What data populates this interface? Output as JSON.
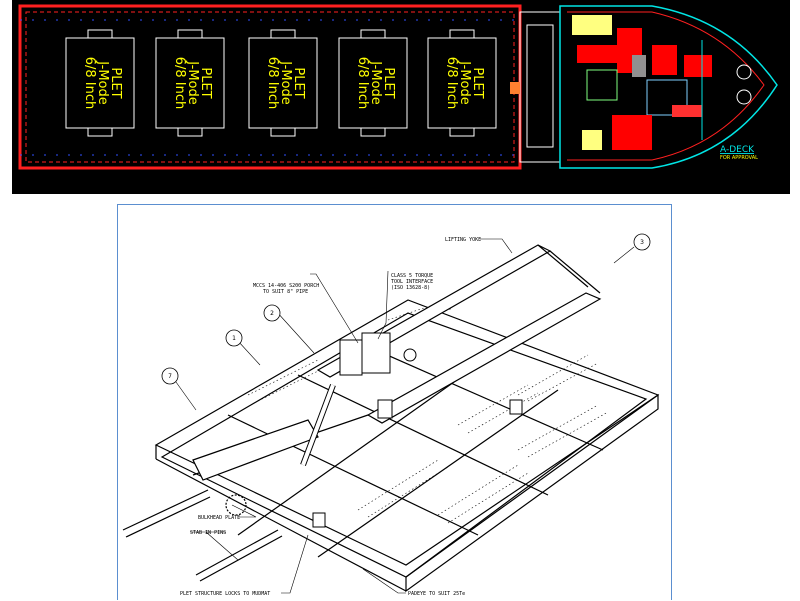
{
  "deck_plan": {
    "plets": [
      {
        "line1": "6/8 Inch",
        "line2": "J-Mode",
        "line3": "PLET"
      },
      {
        "line1": "6/8 Inch",
        "line2": "J-Mode",
        "line3": "PLET"
      },
      {
        "line1": "6/8 Inch",
        "line2": "J-Mode",
        "line3": "PLET"
      },
      {
        "line1": "6/8 Inch",
        "line2": "J-Mode",
        "line3": "PLET"
      },
      {
        "line1": "6/8 Inch",
        "line2": "J-Mode",
        "line3": "PLET"
      }
    ],
    "deck_label": "A-DECK",
    "deck_sublabel": "FOR APPROVAL",
    "colors": {
      "background": "#000000",
      "hull": "#ff0000",
      "outline": "#00e5e5",
      "text": "#ffff00"
    }
  },
  "plet_drawing": {
    "callouts": {
      "lifting_yoke": "LIFTING YOKE",
      "torque_tool_1": "CLASS 5 TORQUE",
      "torque_tool_2": "TOOL INTERFACE",
      "torque_tool_3": "(ISO 13628-8)",
      "porch_1": "MCCS 14-406 S200 PORCH",
      "porch_2": "TO SUIT 8\" PIPE",
      "bulkhead": "BULKHEAD PLATE",
      "stab_pins": "STAB IN PINS",
      "locks": "PLET STRUCTURE LOCKS TO MUDMAT",
      "padeye": "PADEYE TO SUIT 25Te"
    },
    "balloons": [
      "1",
      "2",
      "3",
      "7"
    ],
    "border_color": "#5b8fd0"
  }
}
